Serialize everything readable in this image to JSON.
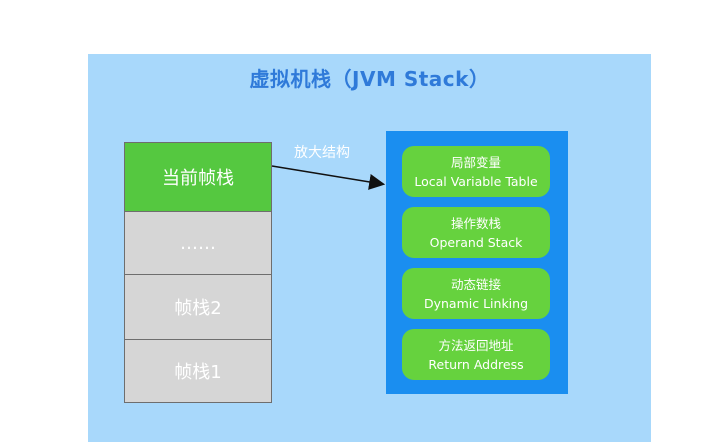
{
  "title": "虚拟机栈（JVM Stack）",
  "stack_frames": [
    {
      "label": "当前帧栈"
    },
    {
      "label": "……"
    },
    {
      "label": "帧栈2"
    },
    {
      "label": "帧栈1"
    }
  ],
  "arrow_label": "放大结构",
  "detail_items": [
    {
      "zh": "局部变量",
      "en": "Local Variable Table"
    },
    {
      "zh": "操作数栈",
      "en": "Operand Stack"
    },
    {
      "zh": "动态链接",
      "en": "Dynamic Linking"
    },
    {
      "zh": "方法返回地址",
      "en": "Return Address"
    }
  ],
  "colors": {
    "panel": "#a8d8fb",
    "title": "#2f7ad9",
    "current_frame": "#55c840",
    "other_frame": "#d6d6d6",
    "detail_box": "#1a8ef0",
    "pill": "#66d23e"
  }
}
